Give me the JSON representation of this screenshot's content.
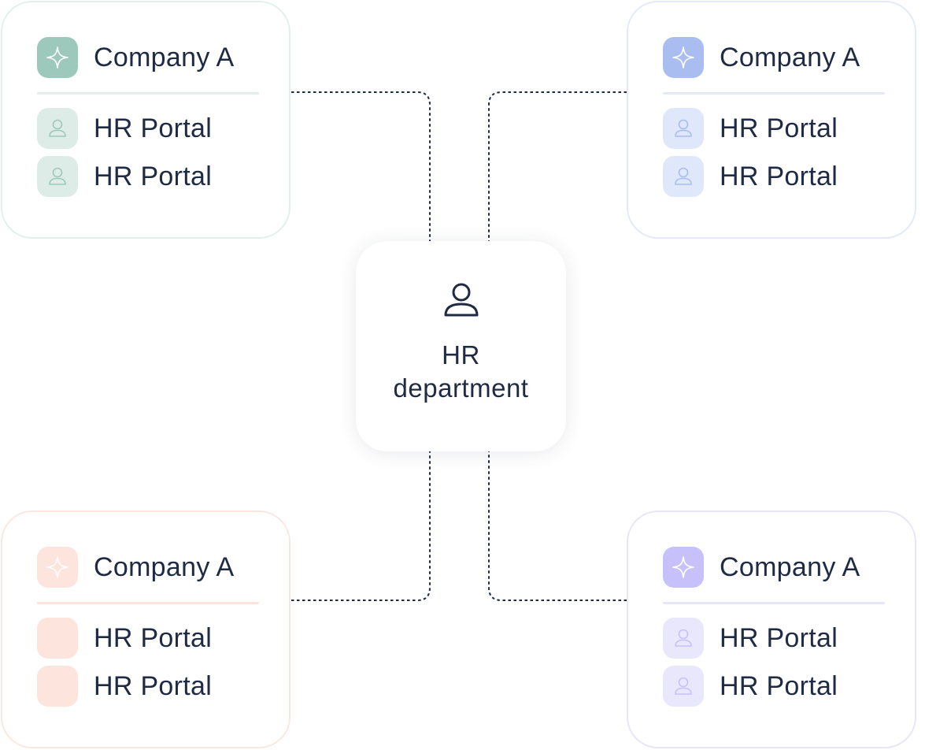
{
  "center": {
    "label_line1": "HR",
    "label_line2": "department",
    "icon": "user-icon"
  },
  "cards": [
    {
      "position": "top-left",
      "title": "Company A",
      "header_icon": "sparkle-icon",
      "items": [
        {
          "label": "HR Portal",
          "icon": "user-icon"
        },
        {
          "label": "HR Portal",
          "icon": "user-icon"
        }
      ],
      "colors": {
        "border": "#e3efeb",
        "header_bg": "#9cc9bb",
        "item_bg": "#ddece7",
        "item_icon": "#9cc9bb",
        "divider": "#e3efeb"
      }
    },
    {
      "position": "top-right",
      "title": "Company A",
      "header_icon": "sparkle-icon",
      "items": [
        {
          "label": "HR Portal",
          "icon": "user-icon"
        },
        {
          "label": "HR Portal",
          "icon": "user-icon"
        }
      ],
      "colors": {
        "border": "#e3e9fa",
        "header_bg": "#a9bdf0",
        "item_bg": "#dfe7fb",
        "item_icon": "#a9bdf0",
        "divider": "#e3e9fa"
      }
    },
    {
      "position": "bottom-left",
      "title": "Company A",
      "header_icon": "sparkle-icon",
      "items": [
        {
          "label": "HR Portal",
          "icon": "none"
        },
        {
          "label": "HR Portal",
          "icon": "none"
        }
      ],
      "colors": {
        "border": "#fbe7e1",
        "header_bg": "#fde4dc",
        "item_bg": "#fde4dc",
        "item_icon": "#fde4dc",
        "divider": "#fbe4dc"
      }
    },
    {
      "position": "bottom-right",
      "title": "Company A",
      "header_icon": "sparkle-icon",
      "items": [
        {
          "label": "HR Portal",
          "icon": "user-icon"
        },
        {
          "label": "HR Portal",
          "icon": "user-icon"
        }
      ],
      "colors": {
        "border": "#e7e6f8",
        "header_bg": "#c6c0fb",
        "item_bg": "#e9e7fc",
        "item_icon": "#c6c0fb",
        "divider": "#e7e6f8"
      }
    }
  ],
  "connector_color": "#1f2a44"
}
